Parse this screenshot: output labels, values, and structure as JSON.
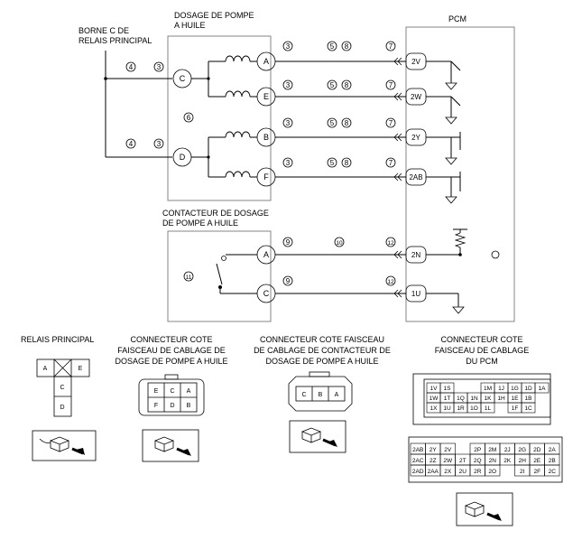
{
  "labels": {
    "borne_c": [
      "BORNE C DE",
      "RELAIS PRINCIPAL"
    ],
    "dosage_pompe": [
      "DOSAGE DE POMPE",
      "A HUILE"
    ],
    "pcm": "PCM",
    "contacteur": [
      "CONTACTEUR DE DOSAGE",
      "DE POMPE A HUILE"
    ]
  },
  "pins": {
    "pump_left": [
      "C",
      "D"
    ],
    "pump_right": [
      "A",
      "E",
      "B",
      "F"
    ],
    "switch": [
      "A",
      "C"
    ],
    "pcm": [
      "2V",
      "2W",
      "2Y",
      "2AB",
      "2N",
      "1U"
    ]
  },
  "circles": {
    "n3": "3",
    "n4": "4",
    "n5": "5",
    "n6": "6",
    "n7": "7",
    "n8": "8",
    "n9": "9",
    "n10": "10",
    "n11": "11",
    "n12": "12"
  },
  "connectors": {
    "relais": {
      "title": [
        "RELAIS PRINCIPAL"
      ],
      "pins": [
        "A",
        "E",
        "C",
        "D"
      ]
    },
    "pompe": {
      "title": [
        "CONNECTEUR COTE",
        "FAISCEAU DE CABLAGE DE",
        "DOSAGE DE POMPE A HUILE"
      ],
      "pins": [
        "E",
        "C",
        "A",
        "F",
        "D",
        "B"
      ]
    },
    "contacteur": {
      "title": [
        "CONNECTEUR COTE FAISCEAU",
        "DE CABLAGE DE CONTACTEUR  DE",
        "DOSAGE DE POMPE A HUILE"
      ],
      "pins": [
        "C",
        "B",
        "A"
      ]
    },
    "pcm": {
      "title": [
        "CONNECTEUR COTE",
        "FAISCEAU DE CABLAGE",
        "DU PCM"
      ],
      "grid1": [
        [
          "1V",
          "1S",
          "",
          "",
          "1M",
          "1J",
          "1G",
          "1D",
          "1A"
        ],
        [
          "1W",
          "1T",
          "1Q",
          "1N",
          "1K",
          "1H",
          "1E",
          "1B"
        ],
        [
          "1X",
          "1U",
          "1R",
          "1O",
          "1L",
          "",
          "1F",
          "1C"
        ]
      ],
      "grid2": [
        [
          "2AB",
          "2Y",
          "2V",
          "",
          "2P",
          "2M",
          "2J",
          "2G",
          "2D",
          "2A"
        ],
        [
          "2AC",
          "2Z",
          "2W",
          "2T",
          "2Q",
          "2N",
          "2K",
          "2H",
          "2E",
          "2B"
        ],
        [
          "2AD",
          "2AA",
          "2X",
          "2U",
          "2R",
          "2O",
          "",
          "2I",
          "2F",
          "2C"
        ]
      ]
    }
  }
}
